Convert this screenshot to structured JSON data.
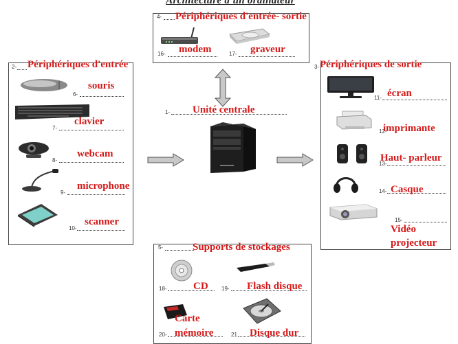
{
  "title": "Architecture d'un ordinateur",
  "io_box": {
    "heading": "Périphériques d'entrée- sortie",
    "n4": "4-",
    "items": [
      {
        "num": "16-",
        "label": "modem",
        "icon": "modem-icon"
      },
      {
        "num": "17-",
        "label": "graveur",
        "icon": "dvd-burner-icon"
      }
    ]
  },
  "input_box": {
    "heading": "Périphériques d'entrée",
    "n2": "2-",
    "items": [
      {
        "num": "6-",
        "label": "souris",
        "icon": "mouse-icon"
      },
      {
        "num": "7-",
        "label": "clavier",
        "icon": "keyboard-icon"
      },
      {
        "num": "8-",
        "label": "webcam",
        "icon": "webcam-icon"
      },
      {
        "num": "9-",
        "label": "microphone",
        "icon": "microphone-icon"
      },
      {
        "num": "10-",
        "label": "scanner",
        "icon": "scanner-icon"
      }
    ]
  },
  "center": {
    "num": "1-",
    "label": "Unité centrale",
    "icon": "computer-tower-icon"
  },
  "output_box": {
    "heading": "Périphériques de sortie",
    "n3": "3-",
    "items": [
      {
        "num": "11-",
        "label": "écran",
        "icon": "monitor-icon"
      },
      {
        "num": "12-",
        "label": "imprimante",
        "icon": "printer-icon"
      },
      {
        "num": "13-",
        "label": "Haut- parleur",
        "icon": "speakers-icon"
      },
      {
        "num": "14-",
        "label": "Casque",
        "icon": "headphones-icon"
      },
      {
        "num": "15-",
        "label_line1": "Vidéo",
        "label_line2": "projecteur",
        "icon": "projector-icon"
      }
    ]
  },
  "storage_box": {
    "heading": "Supports de stockages",
    "n5": "5-",
    "items": [
      {
        "num": "18-",
        "label": "CD",
        "icon": "cd-icon"
      },
      {
        "num": "19-",
        "label": "Flash disque",
        "icon": "usb-flash-icon"
      },
      {
        "num": "20-",
        "label_line1": "Carte",
        "label_line2": "mémoire",
        "icon": "memory-card-icon"
      },
      {
        "num": "21",
        "label": "Disque dur",
        "icon": "hard-disk-icon"
      }
    ]
  },
  "colors": {
    "label": "#d41919",
    "border": "#444444",
    "arrow": "#c8c8c8"
  }
}
